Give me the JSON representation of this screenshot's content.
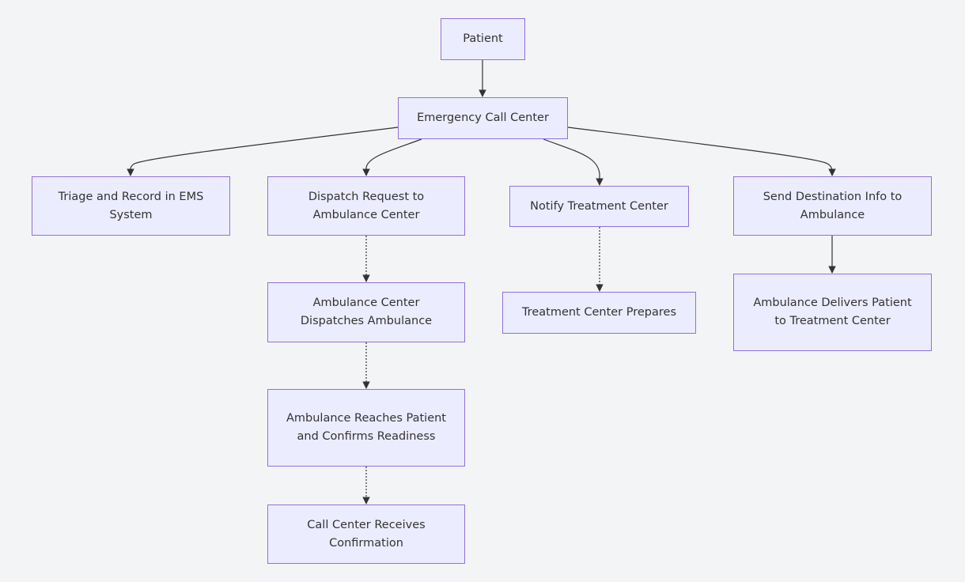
{
  "nodes": {
    "patient": "Patient",
    "call_center": "Emergency Call Center",
    "triage": "Triage and Record in EMS System",
    "dispatch_request": "Dispatch Request to Ambulance Center",
    "notify_treatment": "Notify Treatment Center",
    "send_destination": "Send Destination Info to Ambulance",
    "ambulance_dispatches": "Ambulance Center Dispatches Ambulance",
    "treatment_prepares": "Treatment Center Prepares",
    "ambulance_delivers": "Ambulance Delivers Patient to Treatment Center",
    "ambulance_reaches": "Ambulance Reaches Patient and Confirms Readiness",
    "call_center_confirmation": "Call Center Receives Confirmation"
  },
  "edges": [
    {
      "from": "patient",
      "to": "call_center",
      "style": "solid"
    },
    {
      "from": "call_center",
      "to": "triage",
      "style": "solid"
    },
    {
      "from": "call_center",
      "to": "dispatch_request",
      "style": "solid"
    },
    {
      "from": "call_center",
      "to": "notify_treatment",
      "style": "solid"
    },
    {
      "from": "call_center",
      "to": "send_destination",
      "style": "solid"
    },
    {
      "from": "dispatch_request",
      "to": "ambulance_dispatches",
      "style": "dotted"
    },
    {
      "from": "ambulance_dispatches",
      "to": "ambulance_reaches",
      "style": "dotted"
    },
    {
      "from": "ambulance_reaches",
      "to": "call_center_confirmation",
      "style": "dotted"
    },
    {
      "from": "notify_treatment",
      "to": "treatment_prepares",
      "style": "dotted"
    },
    {
      "from": "send_destination",
      "to": "ambulance_delivers",
      "style": "solid"
    }
  ],
  "colors": {
    "background": "#f3f4f6",
    "node_fill": "#ececff",
    "node_border": "#9370db",
    "edge": "#333333",
    "text": "#333333"
  }
}
